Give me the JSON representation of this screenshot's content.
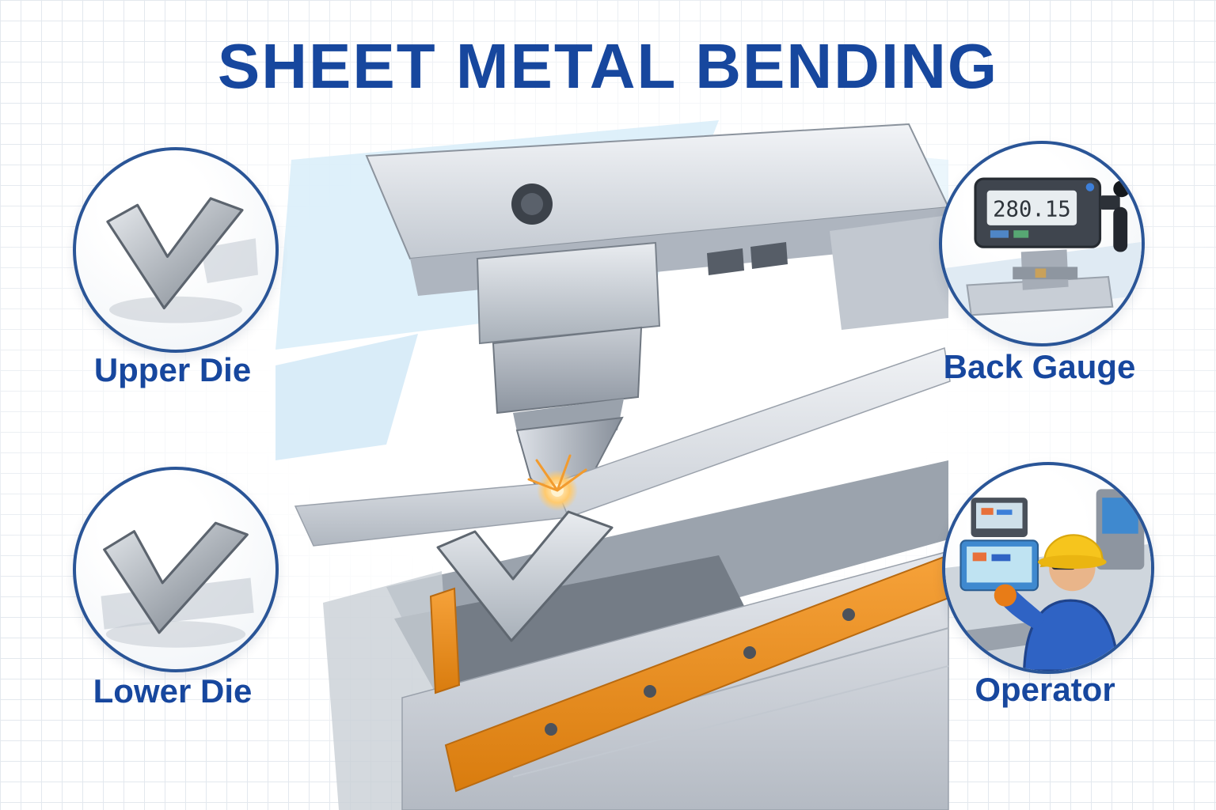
{
  "title": "SHEET METAL BENDING",
  "callouts": [
    {
      "id": "upper-die",
      "label": "Upper Die"
    },
    {
      "id": "lower-die",
      "label": "Lower Die"
    },
    {
      "id": "back-gauge",
      "label": "Back Gauge"
    },
    {
      "id": "operator",
      "label": "Operator"
    }
  ],
  "back_gauge": {
    "display": "280.15"
  },
  "icons": {
    "upper_die": "v-punch-die-icon",
    "lower_die": "v-groove-die-icon",
    "back_gauge": "digital-gauge-display-icon",
    "operator": "machine-operator-icon",
    "center": "press-brake-bending-icon"
  },
  "colors": {
    "title_blue": "#17479E",
    "label_blue": "#17479E",
    "circle_border": "#2A5597",
    "accent_orange": "#E8871F",
    "machine_gray": "#A8B0B9",
    "sky_blue": "#D8EDF9"
  }
}
